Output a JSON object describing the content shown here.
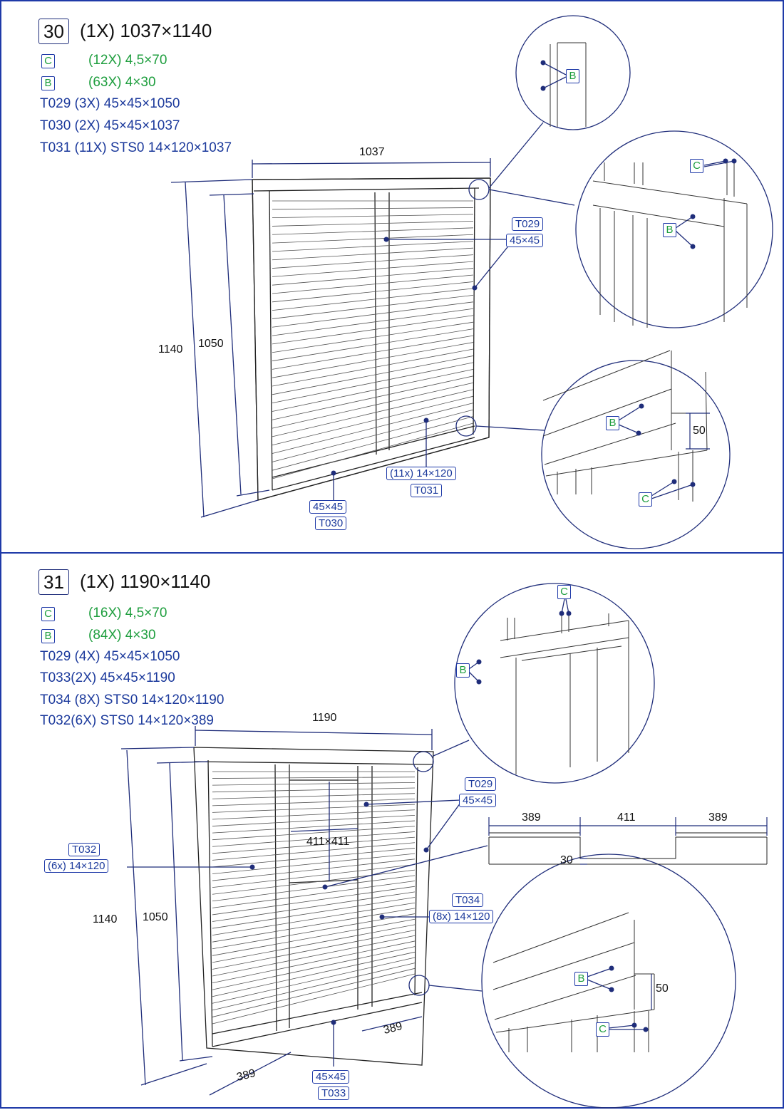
{
  "step30": {
    "number": "30",
    "title": "(1X) 1037×1140",
    "hardware": [
      {
        "code": "C",
        "text": "(12X) 4,5×70"
      },
      {
        "code": "B",
        "text": "(63X) 4×30"
      }
    ],
    "parts": [
      "T029 (3X) 45×45×1050",
      "T030 (2X) 45×45×1037",
      "T031 (11X) STS0 14×120×1037"
    ],
    "dims": {
      "width": "1037",
      "height_outer": "1140",
      "height_inner": "1050"
    },
    "labels": {
      "t029_code": "T029",
      "t029_size": "45×45",
      "t031_size": "(11x) 14×120",
      "t031_code": "T031",
      "t030_size": "45×45",
      "t030_code": "T030"
    },
    "details": {
      "b": "B",
      "c_top": "C",
      "b_top": "B",
      "b_bottom": "B",
      "c_bottom": "C",
      "gap": "50"
    }
  },
  "step31": {
    "number": "31",
    "title": "(1X) 1190×1140",
    "hardware": [
      {
        "code": "C",
        "text": "(16X) 4,5×70"
      },
      {
        "code": "B",
        "text": "(84X) 4×30"
      }
    ],
    "parts": [
      "T029 (4X) 45×45×1050",
      "T033(2X) 45×45×1190",
      "T034 (8X) STS0 14×120×1190",
      "T032(6X) STS0 14×120×389"
    ],
    "dims": {
      "width": "1190",
      "height_outer": "1140",
      "height_inner": "1050",
      "window": "411×411",
      "bottom_left": "389",
      "bottom_right": "389"
    },
    "labels": {
      "t032_code": "T032",
      "t032_size": "(6x) 14×120",
      "t029_code": "T029",
      "t029_size": "45×45",
      "t034_code": "T034",
      "t034_size": "(8x) 14×120",
      "t033_size": "45×45",
      "t033_code": "T033"
    },
    "board_detail": {
      "left": "389",
      "middle": "411",
      "right": "389",
      "offset": "30"
    },
    "details": {
      "c_top": "C",
      "b_top": "B",
      "b_bottom": "B",
      "c_bottom": "C",
      "gap": "50"
    }
  },
  "colors": {
    "accent": "#1f3aa8",
    "green": "#1e9e3e",
    "text": "#1c3a9c"
  }
}
